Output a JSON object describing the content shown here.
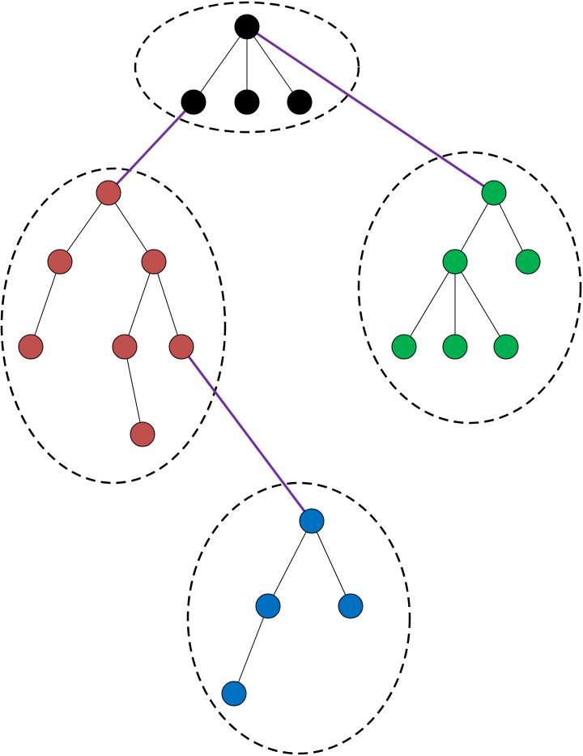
{
  "colors": {
    "black": "#000000",
    "red": "#c0504d",
    "green": "#00b050",
    "blue": "#0070c0",
    "link": "#7030a0",
    "edge": "#000000",
    "cluster_border": "#000000"
  },
  "clusters": [
    {
      "id": "black",
      "nodes": [
        "b0",
        "b1",
        "b2",
        "b3"
      ]
    },
    {
      "id": "red",
      "nodes": [
        "r0",
        "r1",
        "r2",
        "r3",
        "r4",
        "r5",
        "r6"
      ]
    },
    {
      "id": "green",
      "nodes": [
        "g0",
        "g1",
        "g2",
        "g3",
        "g4",
        "g5"
      ]
    },
    {
      "id": "blue",
      "nodes": [
        "u0",
        "u1",
        "u2",
        "u3"
      ]
    }
  ],
  "tree_edges": [
    [
      "b0",
      "b1"
    ],
    [
      "b0",
      "b2"
    ],
    [
      "b0",
      "b3"
    ],
    [
      "r0",
      "r1"
    ],
    [
      "r0",
      "r2"
    ],
    [
      "r1",
      "r3"
    ],
    [
      "r2",
      "r4"
    ],
    [
      "r2",
      "r5"
    ],
    [
      "r4",
      "r6"
    ],
    [
      "g0",
      "g1"
    ],
    [
      "g0",
      "g2"
    ],
    [
      "g1",
      "g3"
    ],
    [
      "g1",
      "g4"
    ],
    [
      "g1",
      "g5"
    ],
    [
      "u0",
      "u1"
    ],
    [
      "u0",
      "u2"
    ],
    [
      "u1",
      "u3"
    ]
  ],
  "link_edges": [
    [
      "b1",
      "r0"
    ],
    [
      "b0",
      "g0"
    ],
    [
      "r5",
      "u0"
    ]
  ]
}
